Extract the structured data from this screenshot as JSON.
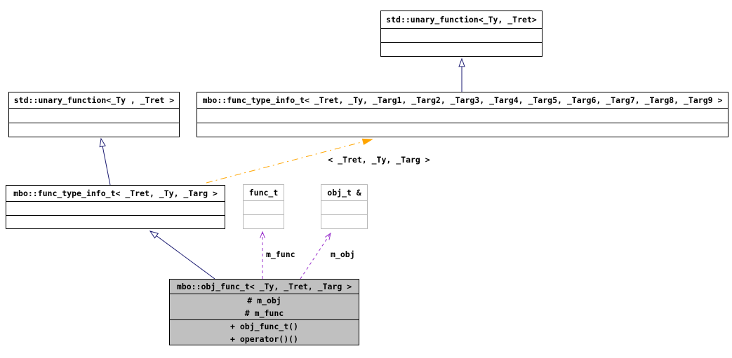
{
  "nodes": {
    "unary_function_top": {
      "title": "std::unary_function<_Ty, _Tret>"
    },
    "unary_function_left": {
      "title": "std::unary_function<_Ty , _Tret >"
    },
    "func_type_info_full": {
      "title": "mbo::func_type_info_t< _Tret, _Ty, _Targ1, _Targ2, _Targ3, _Targ4, _Targ5, _Targ6, _Targ7, _Targ8, _Targ9 >"
    },
    "func_type_info_targ": {
      "title": "mbo::func_type_info_t< _Tret, _Ty, _Targ >"
    },
    "func_t": {
      "title": "func_t"
    },
    "obj_t_ref": {
      "title": "obj_t &"
    },
    "obj_func_t": {
      "title": "mbo::obj_func_t< _Ty, _Tret, _Targ >",
      "attributes": [
        "# m_obj",
        "# m_func"
      ],
      "methods": [
        "+ obj_func_t()",
        "+ operator()()"
      ]
    }
  },
  "edges": {
    "template_instantiation_label": "< _Tret, _Ty, _Targ >",
    "usage_m_func_label": "m_func",
    "usage_m_obj_label": "m_obj"
  },
  "colors": {
    "inheritance_edge": "#191970",
    "usage_edge": "#9a32cd",
    "template_edge": "#ffa500",
    "node_border": "#000000",
    "weak_node_border": "#b9b9b9",
    "current_node_fill": "#c0c0c0"
  }
}
